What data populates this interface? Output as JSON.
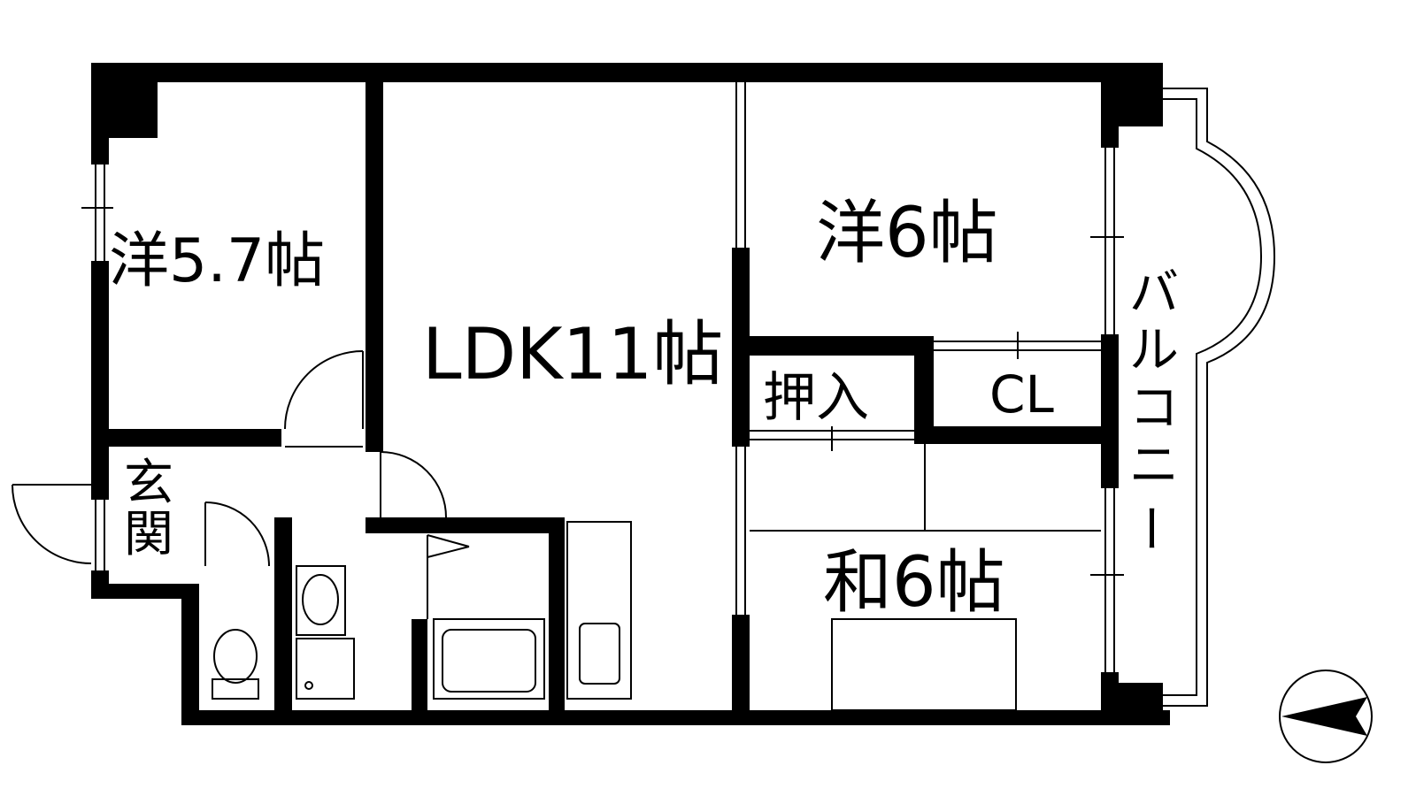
{
  "floorplan": {
    "rooms": {
      "western_small": "洋5.7帖",
      "ldk": "LDK11帖",
      "western_large": "洋6帖",
      "japanese": "和6帖",
      "oshiire": "押入",
      "closet": "CL",
      "entrance_top": "玄",
      "entrance_bottom": "関"
    },
    "balcony_label_chars": [
      "バ",
      "ル",
      "コ",
      "ニ",
      "ー"
    ]
  },
  "colors": {
    "wall": "#000000",
    "background": "#ffffff"
  },
  "icons": {
    "compass": "north-arrow-icon"
  }
}
